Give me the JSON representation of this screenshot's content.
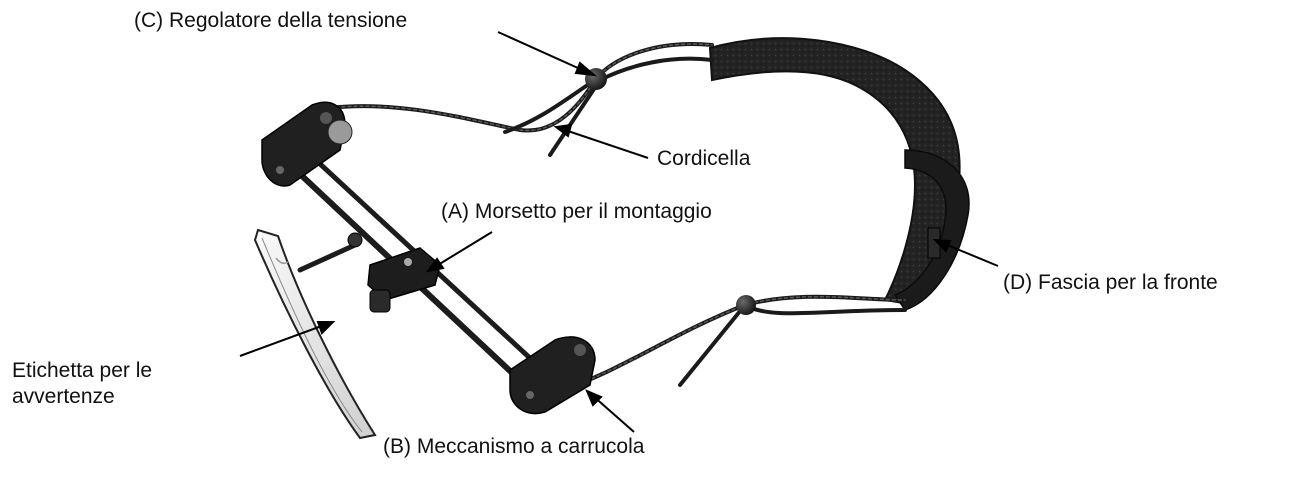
{
  "labels": {
    "tension_regulator": "(C) Regolatore della tensione",
    "cord": "Cordicella",
    "mounting_clamp": "(A) Morsetto per il montaggio",
    "forehead_band": "(D) Fascia per la fronte",
    "warning_label_line1": "Etichetta per le",
    "warning_label_line2": "avvertenze",
    "pulley_mechanism": "(B) Meccanismo a carrucola"
  }
}
